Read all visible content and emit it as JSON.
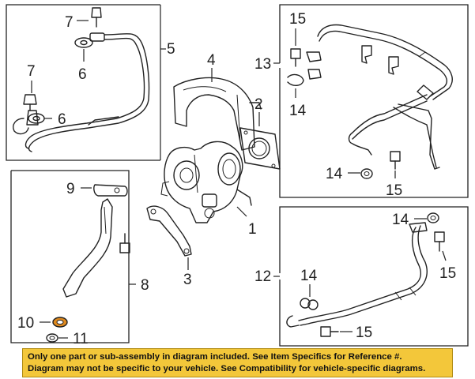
{
  "callouts": {
    "c1": "1",
    "c2": "2",
    "c3": "3",
    "c4": "4",
    "c5": "5",
    "c6a": "6",
    "c6b": "6",
    "c7a": "7",
    "c7b": "7",
    "c8": "8",
    "c9": "9",
    "c10": "10",
    "c11": "11",
    "c12": "12",
    "c13": "13",
    "c14a": "14",
    "c14b": "14",
    "c14c": "14",
    "c14d": "14",
    "c15a": "15",
    "c15b": "15",
    "c15c": "15",
    "c15d": "15"
  },
  "notice": {
    "line1": "Only one part or sub-assembly in diagram included. See Item Specifics for Reference #.",
    "line2": "Diagram may not be specific to your vehicle. See Compatibility for vehicle-specific diagrams."
  },
  "colors": {
    "notice_bg": "#f3c73a",
    "highlight_part": "#e08a1e",
    "line": "#222222"
  }
}
